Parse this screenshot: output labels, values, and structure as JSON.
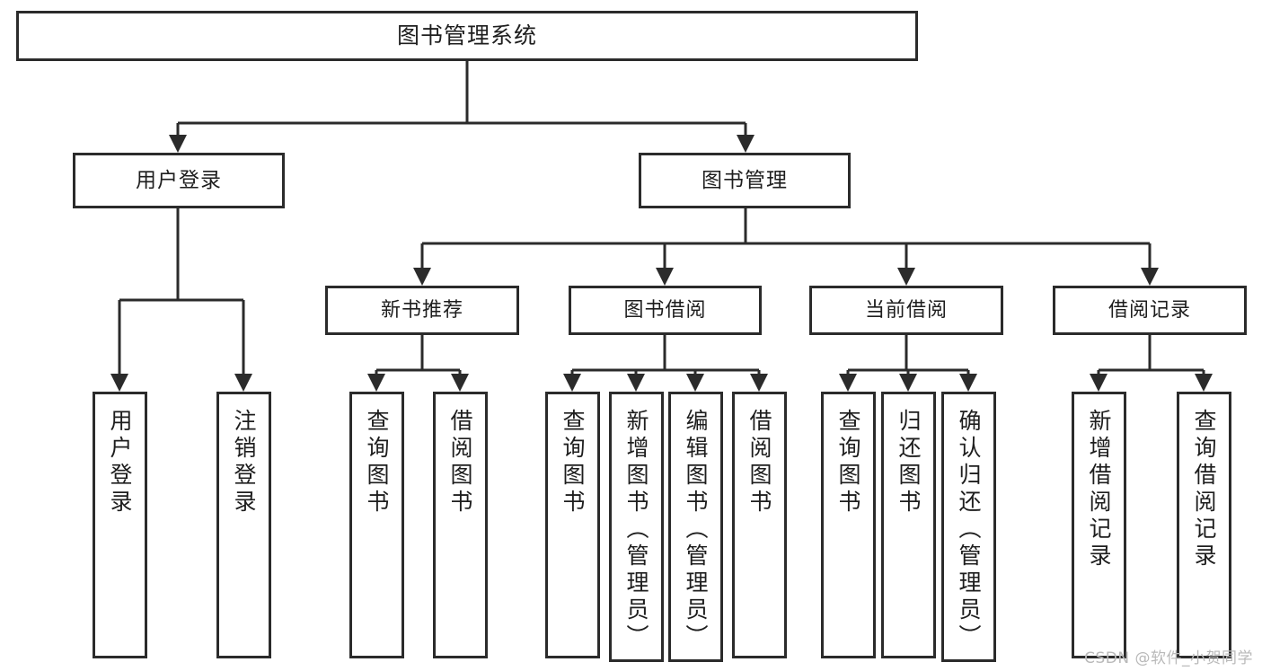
{
  "diagram": {
    "title": "图书管理系统",
    "type": "functional-structure-tree",
    "colors": {
      "stroke": "#2b2b2b",
      "box_fill": "#ffffff",
      "text": "#1e1e1e",
      "background": "#ffffff",
      "watermark": "#b9b9b9"
    },
    "nodes": {
      "root": {
        "label": "图书管理系统"
      },
      "level2": [
        {
          "id": "user-login",
          "label": "用户登录"
        },
        {
          "id": "book-manage",
          "label": "图书管理"
        }
      ],
      "level3": [
        {
          "id": "new-book-recommend",
          "label": "新书推荐"
        },
        {
          "id": "book-borrow",
          "label": "图书借阅"
        },
        {
          "id": "current-borrow",
          "label": "当前借阅"
        },
        {
          "id": "borrow-record",
          "label": "借阅记录"
        }
      ],
      "leaves": [
        {
          "id": "leaf-user-login",
          "label": "用户登录",
          "parent": "user-login"
        },
        {
          "id": "leaf-logout",
          "label": "注销登录",
          "parent": "user-login"
        },
        {
          "id": "leaf-query-book-1",
          "label": "查询图书",
          "parent": "new-book-recommend"
        },
        {
          "id": "leaf-borrow-book-1",
          "label": "借阅图书",
          "parent": "new-book-recommend"
        },
        {
          "id": "leaf-query-book-2",
          "label": "查询图书",
          "parent": "book-borrow"
        },
        {
          "id": "leaf-add-book",
          "label": "新增图书（管理员）",
          "parent": "book-borrow"
        },
        {
          "id": "leaf-edit-book",
          "label": "编辑图书（管理员）",
          "parent": "book-borrow"
        },
        {
          "id": "leaf-borrow-book-2",
          "label": "借阅图书",
          "parent": "book-borrow"
        },
        {
          "id": "leaf-query-book-3",
          "label": "查询图书",
          "parent": "current-borrow"
        },
        {
          "id": "leaf-return-book",
          "label": "归还图书",
          "parent": "current-borrow"
        },
        {
          "id": "leaf-confirm-return",
          "label": "确认归还（管理员）",
          "parent": "current-borrow"
        },
        {
          "id": "leaf-add-record",
          "label": "新增借阅记录",
          "parent": "borrow-record"
        },
        {
          "id": "leaf-query-record",
          "label": "查询借阅记录",
          "parent": "borrow-record"
        }
      ]
    },
    "watermark": "CSDN @软件_小贺同学"
  }
}
